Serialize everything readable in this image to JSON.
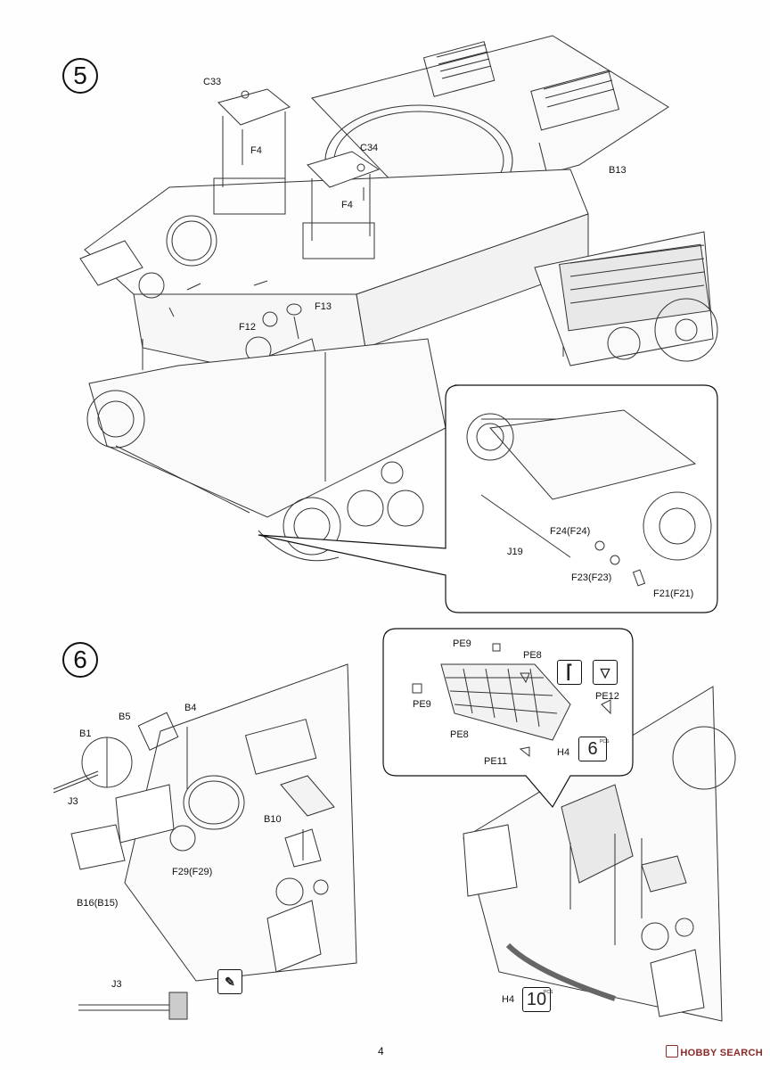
{
  "steps": {
    "five": "5",
    "six": "6"
  },
  "step5_labels": {
    "c33": "C33",
    "c34": "C34",
    "f4_a": "F4",
    "f4_b": "F4",
    "b13": "B13",
    "f13": "F13",
    "f12": "F12",
    "f24": "F24(F24)",
    "j19": "J19",
    "f23": "F23(F23)",
    "f21": "F21(F21)"
  },
  "step6_labels": {
    "b4": "B4",
    "b5": "B5",
    "b1": "B1",
    "j3_a": "J3",
    "b10": "B10",
    "f29": "F29(F29)",
    "b16": "B16(B15)",
    "j3_b": "J3",
    "pe9_a": "PE9",
    "pe8_a": "PE8",
    "pe9_b": "PE9",
    "pe8_b": "PE8",
    "pe12": "PE12",
    "pe11": "PE11",
    "h4_a": "H4",
    "h4_b": "H4"
  },
  "quantities": {
    "h4_callout": "6",
    "h4_bottom": "10",
    "pcs": "PCS"
  },
  "tool_icons": [
    "glue-icon",
    "tweezers-icon",
    "knife-icon"
  ],
  "page_number": "4",
  "watermark": "HOBBY SEARCH"
}
